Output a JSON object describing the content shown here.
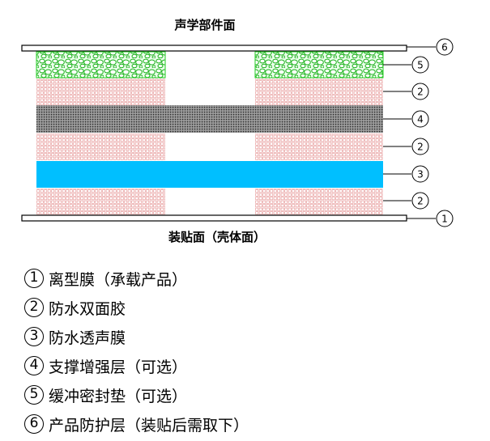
{
  "diagram": {
    "top_label": "声学部件面",
    "bottom_label": "装贴面（壳体面）",
    "colors": {
      "grid_red": "#e8a0a0",
      "foam_green": "#22cc22",
      "support_gray": "#777777",
      "membrane_blue": "#00bfff"
    },
    "callouts": [
      "6",
      "5",
      "2",
      "4",
      "2",
      "3",
      "2",
      "1"
    ]
  },
  "legend": [
    {
      "num": "1",
      "text": "离型膜（承载产品）"
    },
    {
      "num": "2",
      "text": "防水双面胶"
    },
    {
      "num": "3",
      "text": "防水透声膜"
    },
    {
      "num": "4",
      "text": "支撑增强层（可选）"
    },
    {
      "num": "5",
      "text": "缓冲密封垫（可选）"
    },
    {
      "num": "6",
      "text": "产品防护层（装贴后需取下）"
    }
  ]
}
